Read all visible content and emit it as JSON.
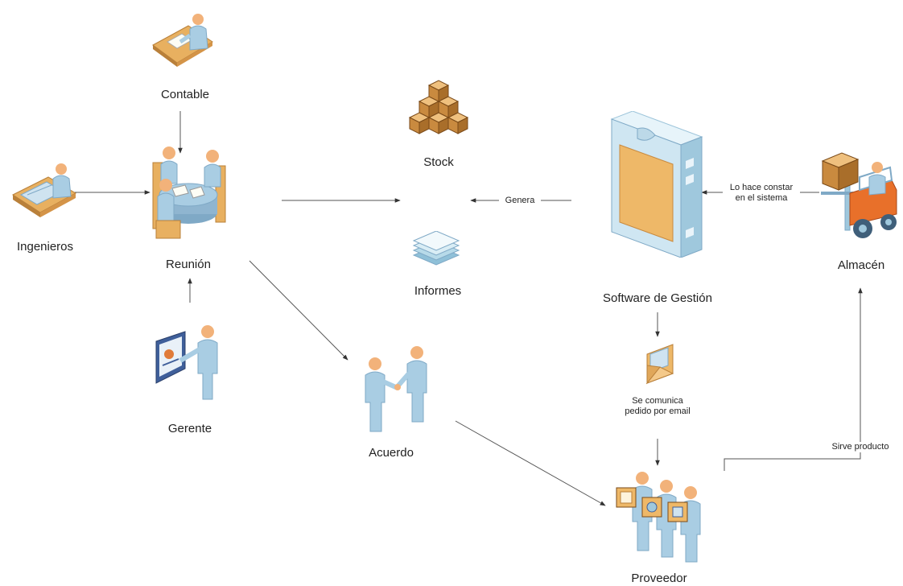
{
  "nodes": {
    "contable": {
      "label": "Contable",
      "icon": "accountant-desk-icon"
    },
    "ingenieros": {
      "label": "Ingenieros",
      "icon": "engineer-desk-icon"
    },
    "reunion": {
      "label": "Reunión",
      "icon": "meeting-table-icon"
    },
    "gerente": {
      "label": "Gerente",
      "icon": "manager-presentation-icon"
    },
    "stock": {
      "label": "Stock",
      "icon": "boxes-stack-icon"
    },
    "informes": {
      "label": "Informes",
      "icon": "documents-stack-icon"
    },
    "acuerdo": {
      "label": "Acuerdo",
      "icon": "handshake-icon"
    },
    "software": {
      "label": "Software de Gestión",
      "icon": "server-tower-icon"
    },
    "email": {
      "label_line1": "Se comunica",
      "label_line2": "pedido por email",
      "icon": "email-envelope-icon"
    },
    "almacen": {
      "label": "Almacén",
      "icon": "forklift-icon"
    },
    "proveedor": {
      "label": "Proveedor",
      "icon": "suppliers-icon"
    }
  },
  "edges": {
    "genera": "Genera",
    "lo_hace_line1": "Lo hace constar",
    "lo_hace_line2": "en el sistema",
    "sirve": "Sirve producto"
  },
  "colors": {
    "skin": "#f2b27a",
    "shirt": "#a9cde3",
    "shirt_dark": "#7fa9c6",
    "wood": "#e8b060",
    "wood_dark": "#b9803a",
    "box": "#d99a4e",
    "server": "#cfe6f2",
    "panel": "#eeb868",
    "arrow": "#444444"
  }
}
